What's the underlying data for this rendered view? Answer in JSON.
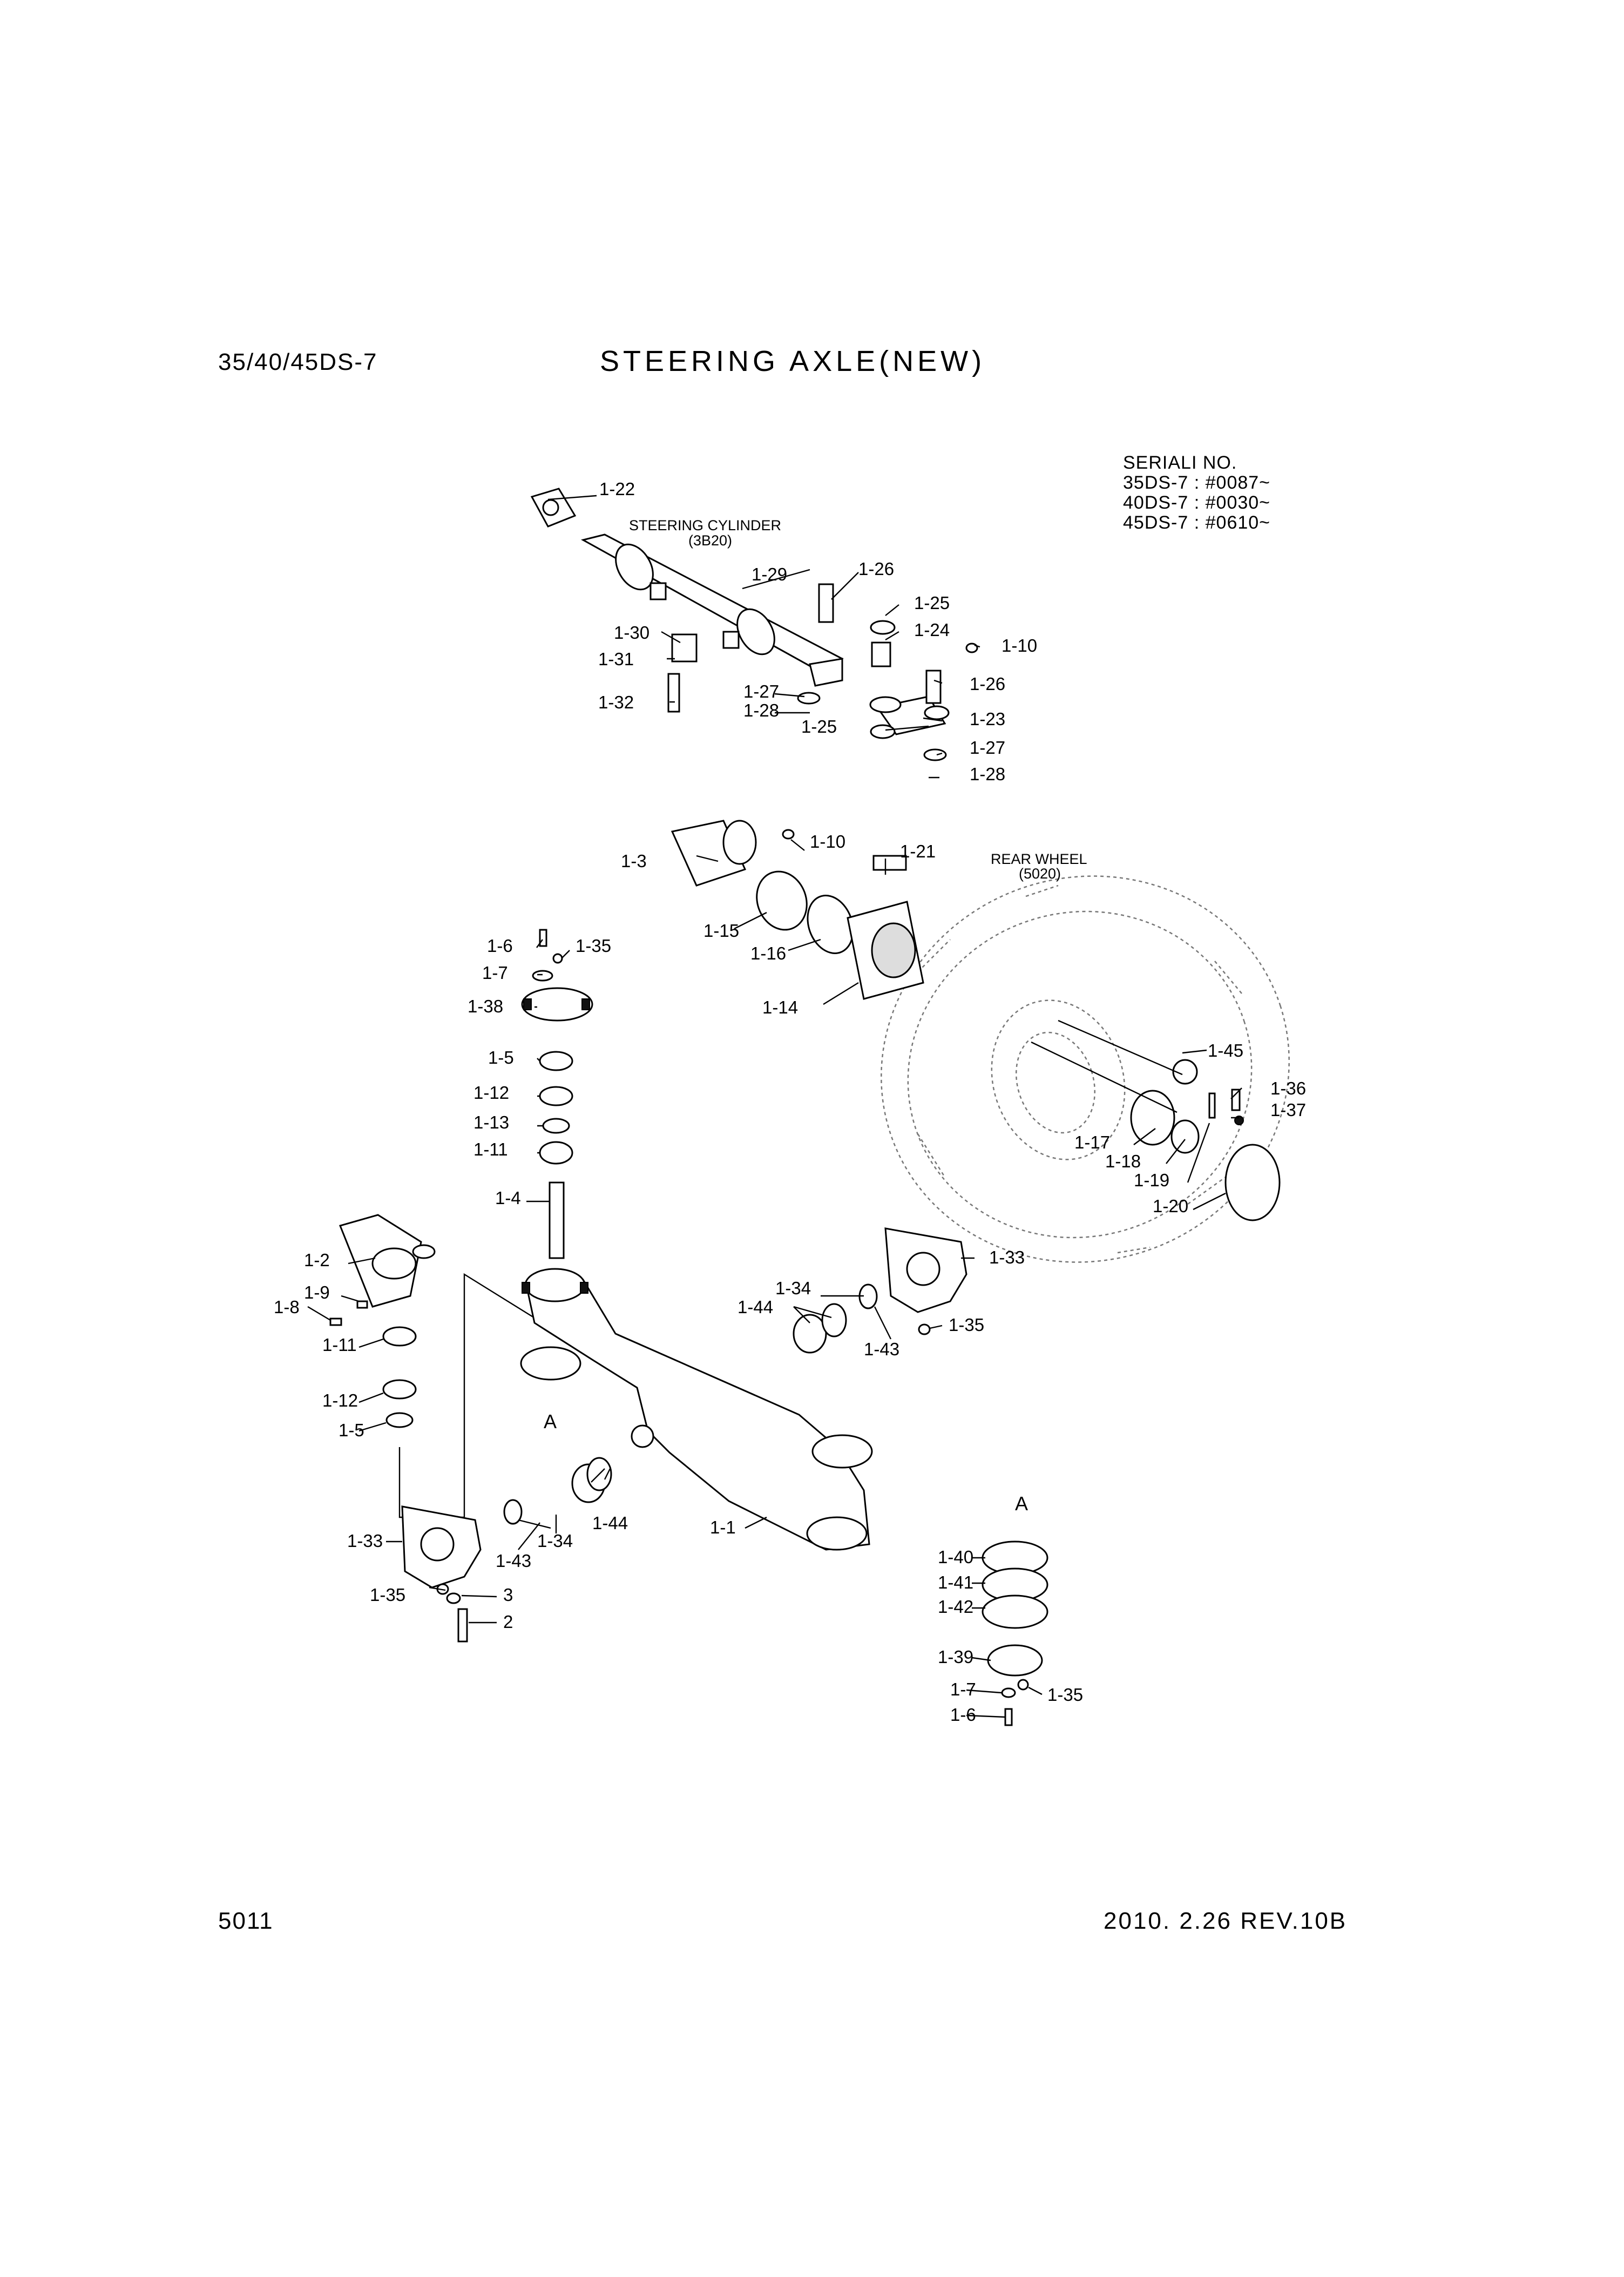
{
  "header": {
    "model": "35/40/45DS-7",
    "title": "STEERING AXLE(NEW)"
  },
  "serial_block": {
    "heading": "SERIALI NO.",
    "lines": [
      "35DS-7 : #0087~",
      "40DS-7 : #0030~",
      "45DS-7 : #0610~"
    ]
  },
  "references": {
    "steering_cylinder": {
      "name": "STEERING CYLINDER",
      "code": "(3B20)"
    },
    "rear_wheel": {
      "name": "REAR WHEEL",
      "code": "(5020)"
    }
  },
  "view_marker": "A",
  "callouts": [
    "1-22",
    "1-29",
    "1-26",
    "1-25",
    "1-24",
    "1-10",
    "1-30",
    "1-31",
    "1-26",
    "1-27",
    "1-28",
    "1-23",
    "1-25",
    "1-32",
    "1-27",
    "1-28",
    "1-10",
    "1-3",
    "1-21",
    "1-6",
    "1-35",
    "1-15",
    "1-7",
    "1-16",
    "1-38",
    "1-14",
    "1-5",
    "1-45",
    "1-12",
    "1-36",
    "1-13",
    "1-37",
    "1-11",
    "1-17",
    "1-18",
    "1-19",
    "1-4",
    "1-20",
    "1-2",
    "1-33",
    "1-9",
    "1-34",
    "1-8",
    "1-44",
    "1-11",
    "1-43",
    "1-35",
    "1-12",
    "1-5",
    "A",
    "1-33",
    "1-43",
    "1-34",
    "1-44",
    "1-1",
    "A",
    "1-40",
    "1-41",
    "1-42",
    "1-35",
    "3",
    "2",
    "1-39",
    "1-7",
    "1-35",
    "1-6"
  ],
  "footer": {
    "page": "5011",
    "revision": "2010. 2.26  REV.10B"
  }
}
